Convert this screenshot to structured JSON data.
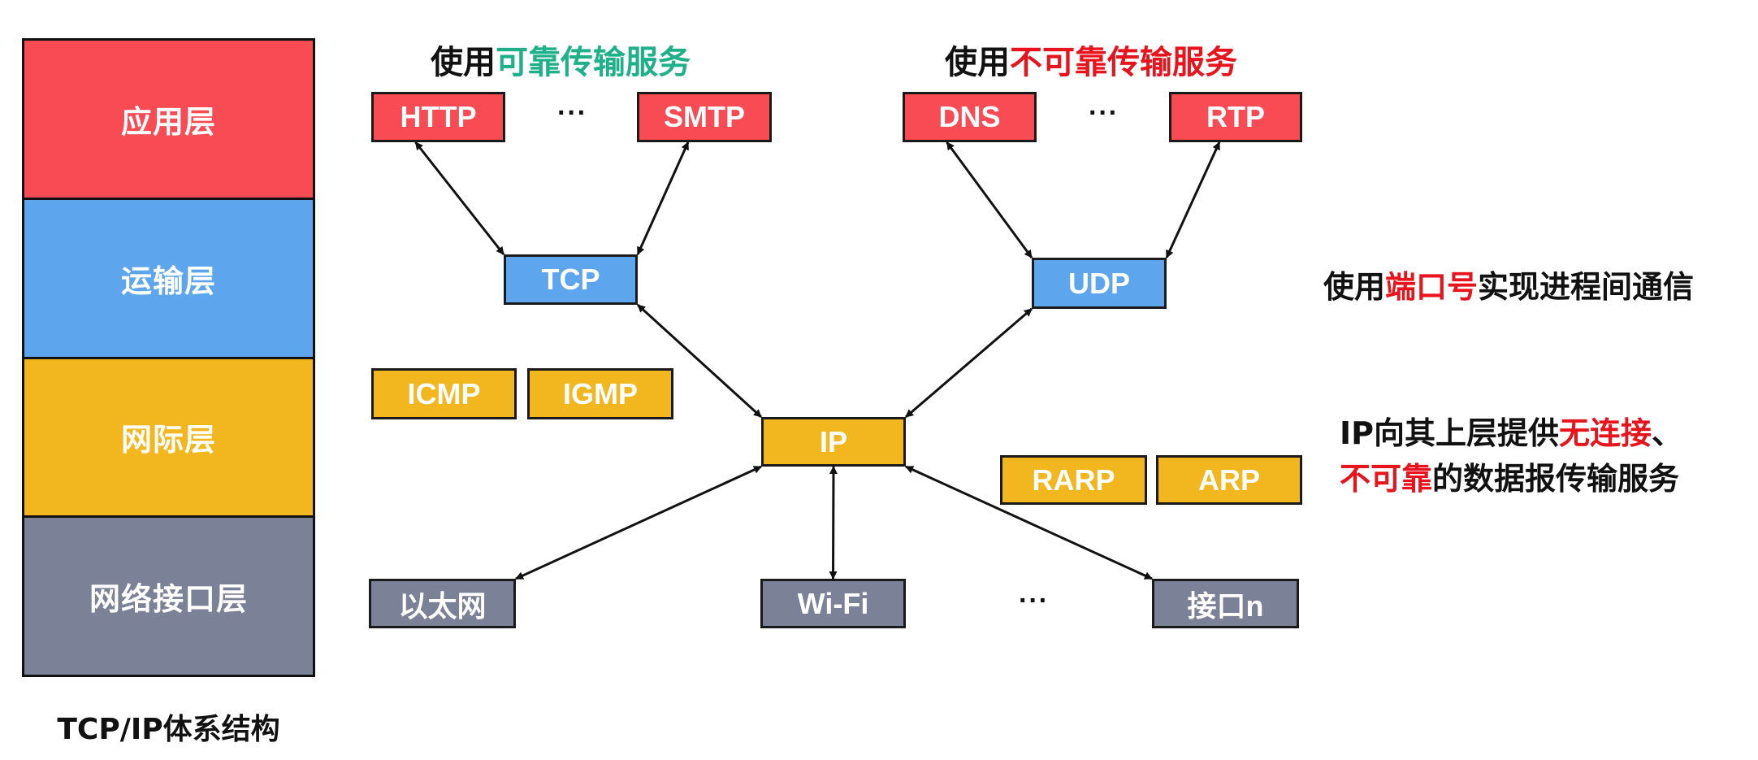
{
  "layers": [
    {
      "name": "应用层",
      "color": "#f94b53"
    },
    {
      "name": "运输层",
      "color": "#5da5ed"
    },
    {
      "name": "网际层",
      "color": "#f2b71f"
    },
    {
      "name": "网络接口层",
      "color": "#7b8196"
    }
  ],
  "caption": "TCP/IP体系结构",
  "headings": {
    "reliable": {
      "prefix": "使用",
      "highlight": "可靠传输服务",
      "highlight_color": "#1fb08a"
    },
    "unreliable": {
      "prefix": "使用",
      "highlight": "不可靠传输服务",
      "highlight_color": "#e8141d"
    }
  },
  "application_protocols": {
    "http": "HTTP",
    "smtp": "SMTP",
    "dns": "DNS",
    "rtp": "RTP",
    "ellipsis_left": "···",
    "ellipsis_right": "···"
  },
  "transport_protocols": {
    "tcp": "TCP",
    "udp": "UDP"
  },
  "internet_protocols": {
    "icmp": "ICMP",
    "igmp": "IGMP",
    "ip": "IP",
    "rarp": "RARP",
    "arp": "ARP"
  },
  "network_interfaces": {
    "ethernet": "以太网",
    "wifi": "Wi-Fi",
    "ellipsis": "···",
    "interface_n": "接口n"
  },
  "notes": {
    "port": {
      "prefix": "使用",
      "highlight": "端口号",
      "suffix": "实现进程间通信"
    },
    "ip_service": {
      "line1_prefix": "IP向其上层提供",
      "line1_highlight": "无连接",
      "line1_suffix": "、",
      "line2_highlight": "不可靠",
      "line2_suffix": "的数据报传输服务"
    }
  },
  "connections": [
    [
      "http",
      "tcp"
    ],
    [
      "smtp",
      "tcp"
    ],
    [
      "dns",
      "udp"
    ],
    [
      "rtp",
      "udp"
    ],
    [
      "tcp",
      "ip"
    ],
    [
      "udp",
      "ip"
    ],
    [
      "ethernet",
      "ip"
    ],
    [
      "wifi",
      "ip"
    ],
    [
      "interface_n",
      "ip"
    ]
  ]
}
